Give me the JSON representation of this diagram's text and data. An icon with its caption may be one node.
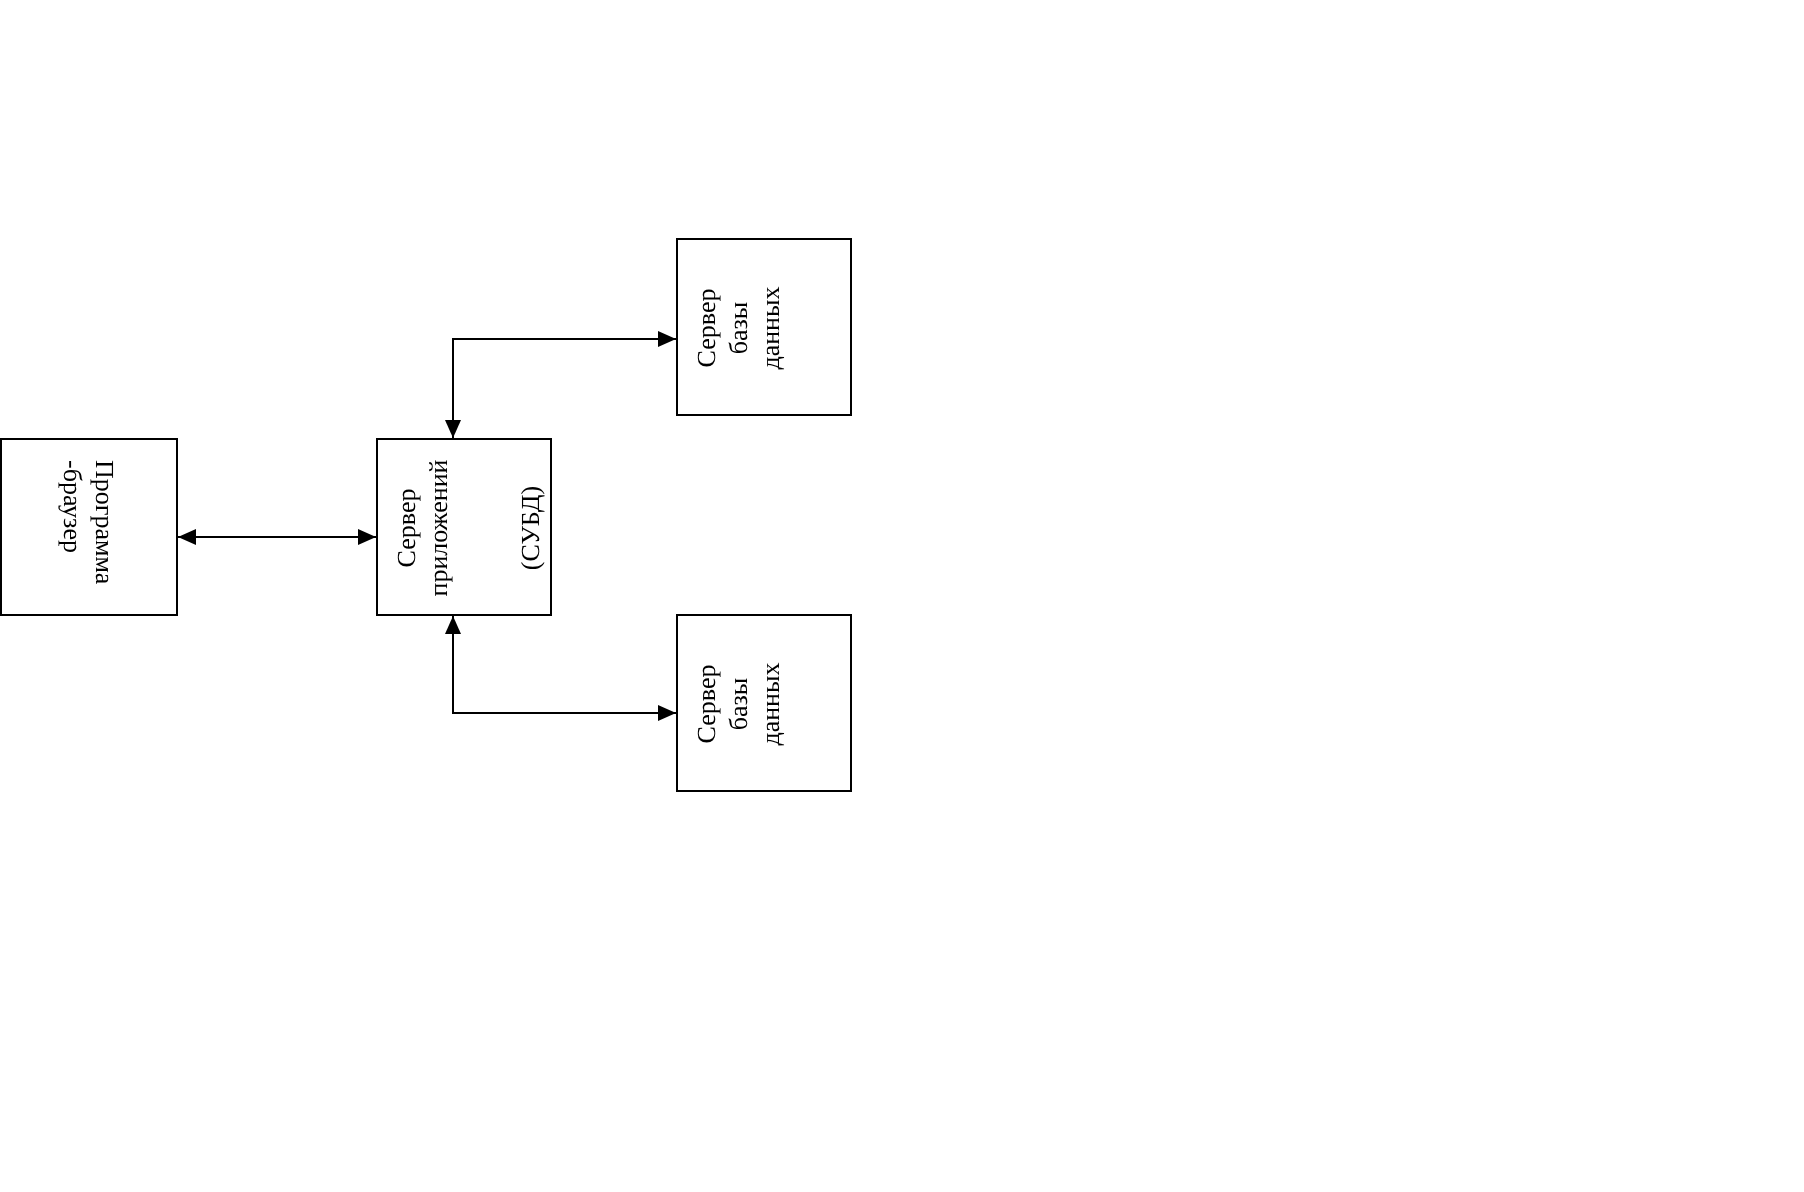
{
  "diagram": {
    "nodes": [
      {
        "text": [
          "Программа -браузер"
        ]
      },
      {
        "text": [
          "Сервер приложений",
          "(СУБД)"
        ]
      },
      {
        "text": [
          "Сервер базы данных"
        ]
      },
      {
        "text": [
          "Сервер базы данных"
        ]
      }
    ],
    "edges": [
      {
        "from": 0,
        "to": 1,
        "arrow": "both"
      },
      {
        "from": 1,
        "to": 2,
        "arrow": "both"
      },
      {
        "from": 1,
        "to": 3,
        "arrow": "both"
      }
    ]
  }
}
